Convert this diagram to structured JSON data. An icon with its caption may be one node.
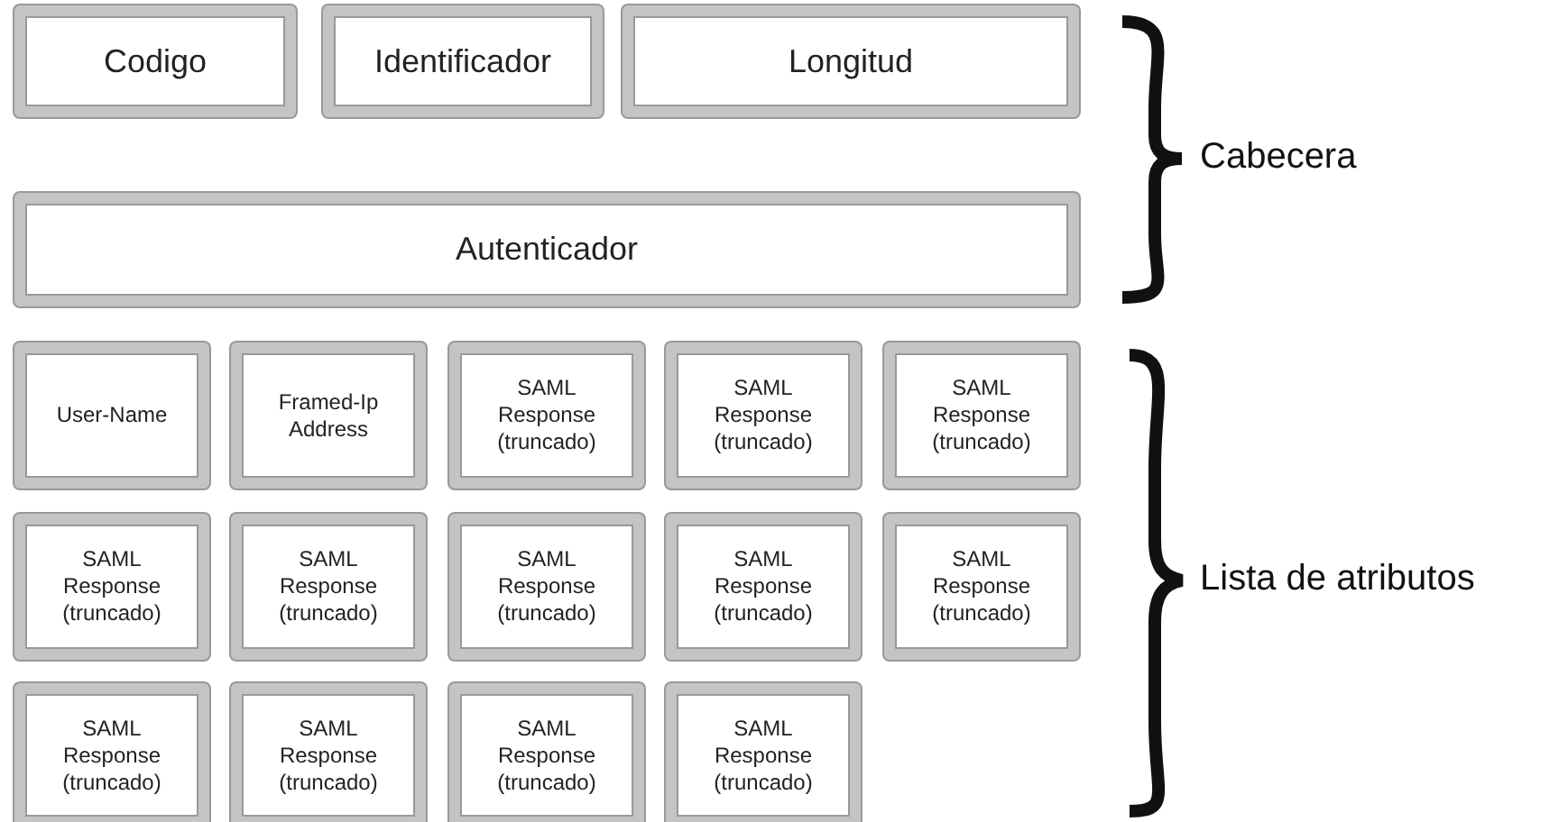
{
  "diagram": {
    "nodes": [
      {
        "text": [
          "Codigo"
        ]
      },
      {
        "text": [
          "Identificador"
        ]
      },
      {
        "text": [
          "Longitud"
        ]
      },
      {
        "text": [
          "Autenticador"
        ]
      },
      {
        "text": [
          "User-Name"
        ]
      },
      {
        "text": [
          "Framed-Ip Address"
        ]
      },
      {
        "text": [
          "SAML Response (truncado)"
        ]
      },
      {
        "text": [
          "SAML Response (truncado)"
        ]
      },
      {
        "text": [
          "SAML Response (truncado)"
        ]
      },
      {
        "text": [
          "SAML Response (truncado)"
        ]
      },
      {
        "text": [
          "SAML Response (truncado)"
        ]
      },
      {
        "text": [
          "SAML Response (truncado)"
        ]
      },
      {
        "text": [
          "SAML Response (truncado)"
        ]
      },
      {
        "text": [
          "SAML Response (truncado)"
        ]
      },
      {
        "text": [
          "SAML Response (truncado)"
        ]
      },
      {
        "text": [
          "SAML Response (truncado)"
        ]
      },
      {
        "text": [
          "SAML Response (truncado)"
        ]
      },
      {
        "text": [
          "SAML Response (truncado)"
        ]
      }
    ],
    "labels": [
      "Cabecera",
      "Lista de atributos"
    ]
  }
}
